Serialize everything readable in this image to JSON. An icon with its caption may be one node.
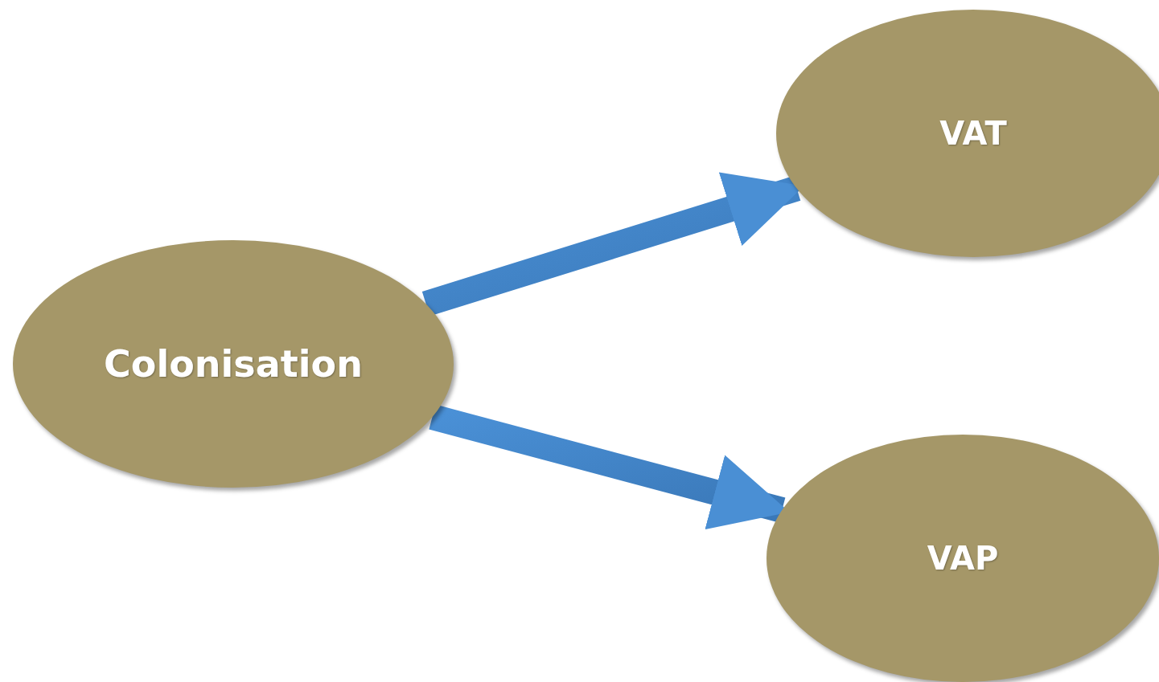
{
  "diagram": {
    "nodes": [
      {
        "text": [
          "Colonisation"
        ]
      },
      {
        "text": [
          "VAT"
        ]
      },
      {
        "text": [
          "VAP"
        ]
      }
    ],
    "edges": [
      {
        "from": 0,
        "to": 1,
        "arrow": "to",
        "style": "thick"
      },
      {
        "from": 0,
        "to": 2,
        "arrow": "to",
        "style": "thick"
      }
    ]
  }
}
